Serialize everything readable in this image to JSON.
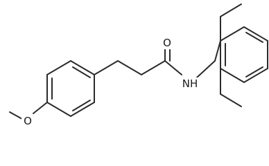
{
  "molecule": {
    "atoms": {
      "oxygen_carbonyl": "O",
      "nitrogen_amide": "NH",
      "oxygen_ether": "O"
    },
    "colors": {
      "bond": "#2a2a2a",
      "label": "#1a1a1a",
      "background": "#ffffff"
    }
  }
}
